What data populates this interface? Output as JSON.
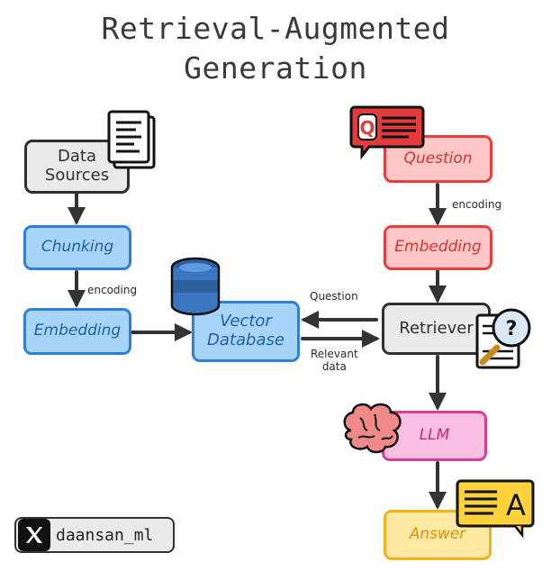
{
  "title": {
    "line1": "Retrieval-Augmented",
    "line2": "Generation"
  },
  "nodes": {
    "data_sources": {
      "line1": "Data",
      "line2": "Sources"
    },
    "chunking": "Chunking",
    "embedding_left": "Embedding",
    "vector_db": {
      "line1": "Vector",
      "line2": "Database"
    },
    "question": "Question",
    "embedding_right": "Embedding",
    "retriever": "Retriever",
    "llm": "LLM",
    "answer": "Answer"
  },
  "edge_labels": {
    "encoding_left": "encoding",
    "encoding_right": "encoding",
    "question_to_db": "Question",
    "relevant_data": {
      "line1": "Relevant",
      "line2": "data"
    }
  },
  "handle": "daansan_ml",
  "icons": [
    "document-icon",
    "database-icon",
    "speech-bubble-icon",
    "search-document-icon",
    "brain-icon",
    "answer-card-icon",
    "x-logo-icon"
  ],
  "colors": {
    "gray": "#e8eaec",
    "blue": "#a9d4fa",
    "red": "#ffc8c8",
    "pink": "#f8bfe1",
    "yellow": "#ffe9a3",
    "arrow": "#333333"
  }
}
